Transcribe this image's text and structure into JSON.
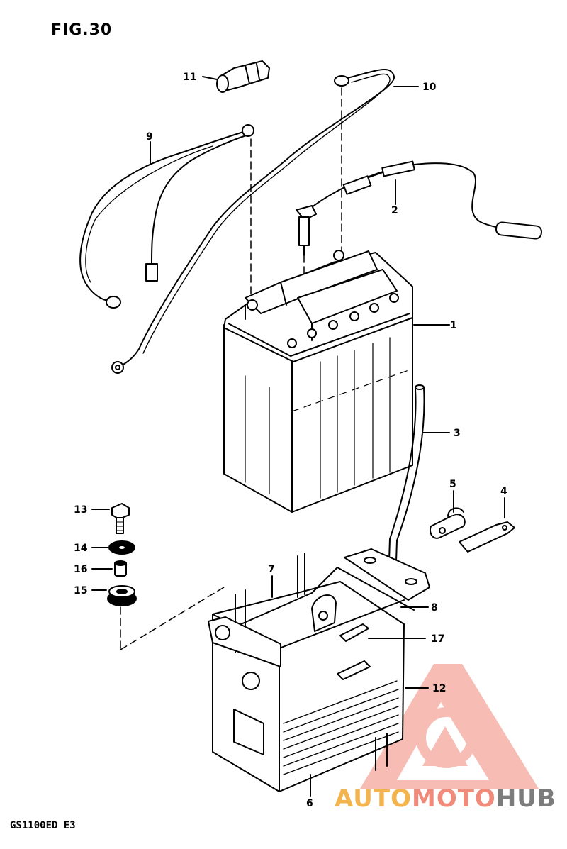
{
  "figure": {
    "title": "FIG.30",
    "model": "GS1100ED  E3"
  },
  "callouts": [
    "1",
    "2",
    "3",
    "4",
    "5",
    "6",
    "7",
    "8",
    "9",
    "10",
    "11",
    "12",
    "13",
    "14",
    "15",
    "16",
    "17"
  ],
  "watermark": {
    "part1": "AUTO",
    "part2": "MOTO",
    "part3": "HUB",
    "colors": {
      "auto": "#f3b44e",
      "moto": "#f08a7a",
      "hub": "#7c7c7c",
      "logo": "#f08a7a"
    }
  }
}
